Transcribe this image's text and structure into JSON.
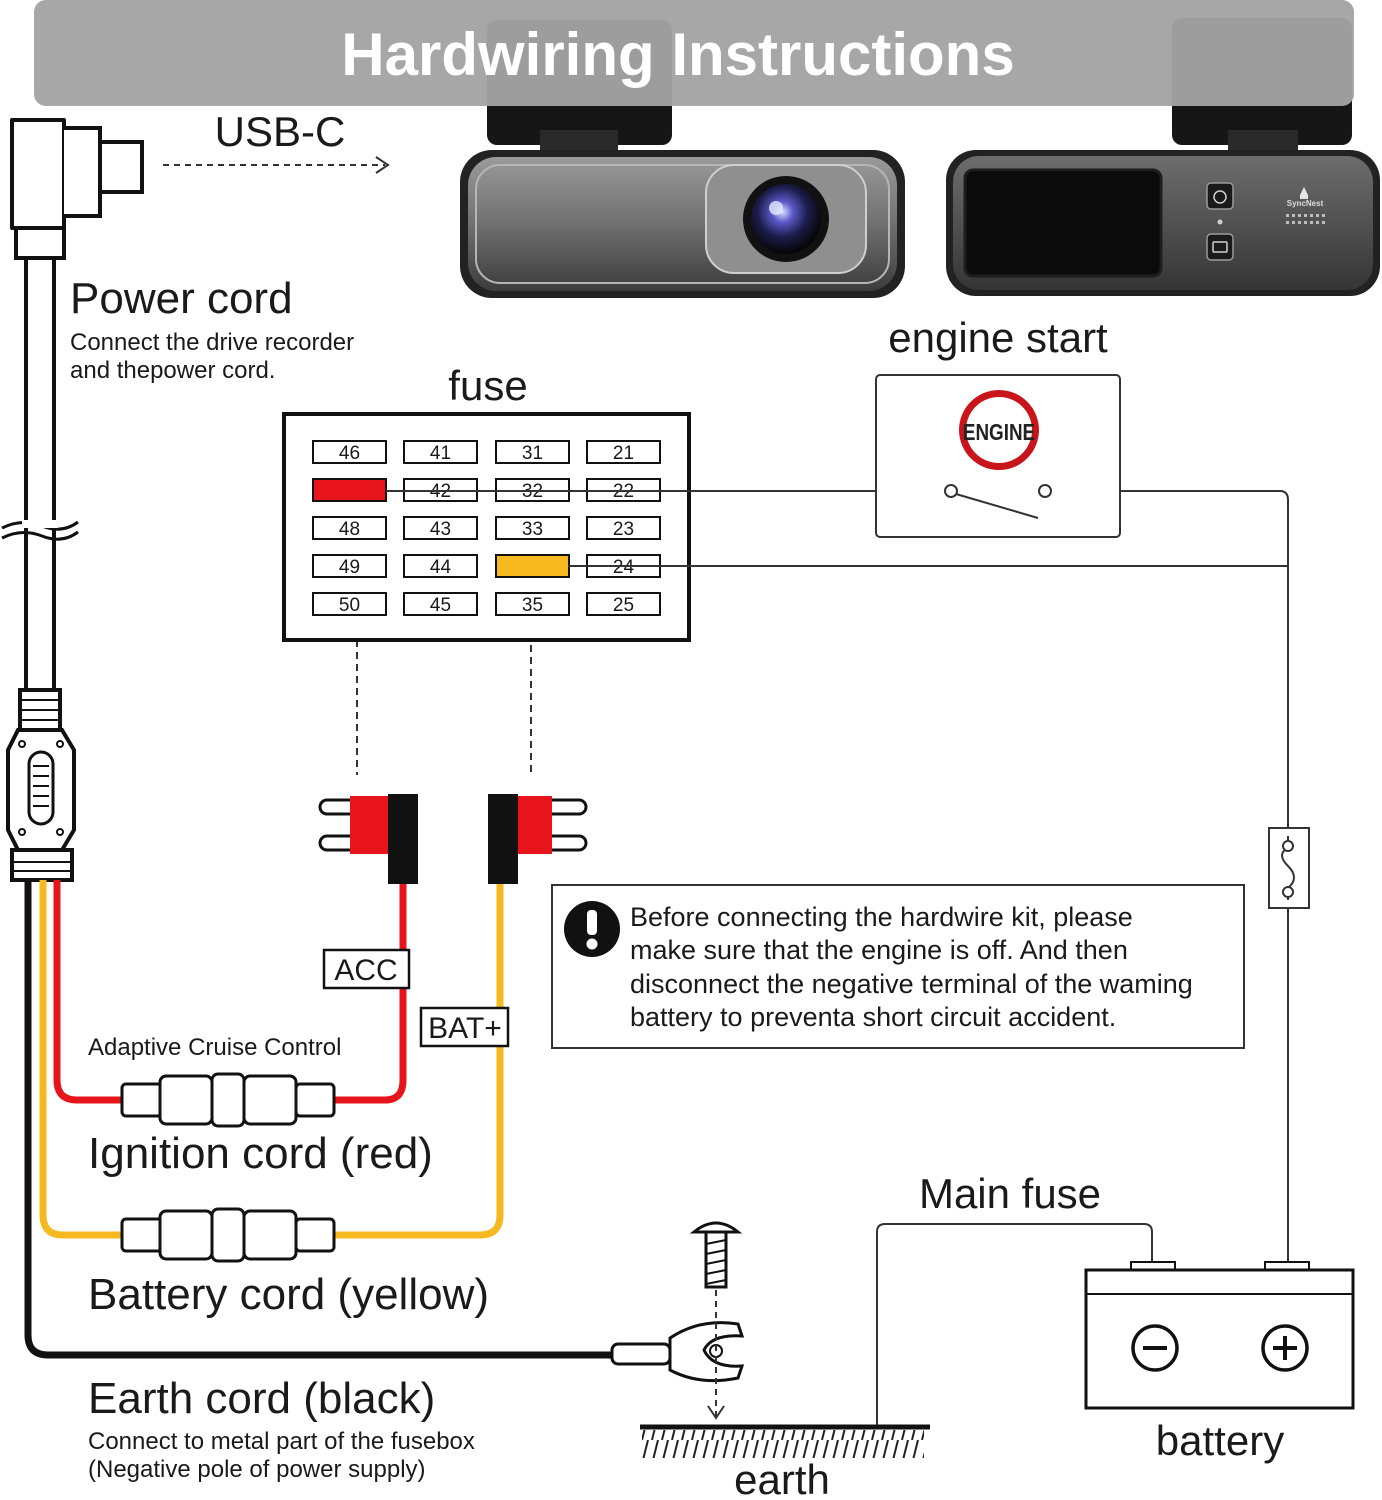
{
  "title": "Hardwiring Instructions",
  "usb_c": "USB-C",
  "power_cord": {
    "title": "Power cord",
    "desc_line1": "Connect the drive recorder",
    "desc_line2": "and thepower cord."
  },
  "engine_start": {
    "label": "engine start",
    "badge": "ENGINE"
  },
  "fuse_box": {
    "label": "fuse",
    "rows": [
      [
        "46",
        "41",
        "31",
        "21"
      ],
      [
        "",
        "42",
        "32",
        "22"
      ],
      [
        "48",
        "43",
        "33",
        "23"
      ],
      [
        "49",
        "44",
        "",
        "24"
      ],
      [
        "50",
        "45",
        "35",
        "25"
      ]
    ],
    "highlight_colors": {
      "acc": "#e8141b",
      "bat": "#f6b91f"
    }
  },
  "tags": {
    "acc": "ACC",
    "bat": "BAT+"
  },
  "warning": {
    "lines": [
      "Before connecting the hardwire kit, please",
      "make sure that the engine is off. And then",
      "disconnect the negative terminal of the waming",
      "battery to preventa short circuit accident."
    ]
  },
  "cords": {
    "adaptive": "Adaptive Cruise Control",
    "ignition": "Ignition cord (red)",
    "battery": "Battery cord (yellow)",
    "earth_title": "Earth cord (black)",
    "earth_desc1": "Connect to metal part of the fusebox",
    "earth_desc2": "(Negative pole of power supply)"
  },
  "main_fuse": "Main fuse",
  "battery_label": "battery",
  "earth_label": "earth",
  "brand": "SyncNest",
  "colors": {
    "red": "#e8141b",
    "yellow": "#f6b91f",
    "black": "#111111",
    "title_bar": "#a3a3a3"
  }
}
